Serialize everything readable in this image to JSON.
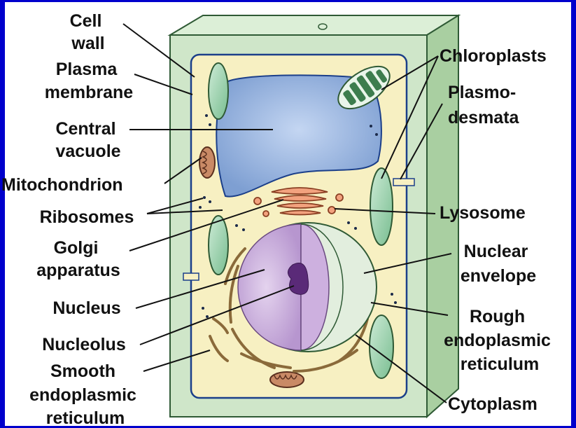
{
  "labels": {
    "cell_wall": [
      "Cell",
      "wall"
    ],
    "plasma_membrane": [
      "Plasma",
      "membrane"
    ],
    "central_vacuole": [
      "Central",
      "vacuole"
    ],
    "mitochondrion": [
      "Mitochondrion"
    ],
    "ribosomes": [
      "Ribosomes"
    ],
    "golgi": [
      "Golgi",
      "apparatus"
    ],
    "nucleus": [
      "Nucleus"
    ],
    "nucleolus": [
      "Nucleolus"
    ],
    "smooth_er": [
      "Smooth",
      "endoplasmic",
      "reticulum"
    ],
    "chloroplasts": [
      "Chloroplasts"
    ],
    "plasmodesmata": [
      "Plasmo-",
      "desmata"
    ],
    "lysosome": [
      "Lysosome"
    ],
    "nuclear_envelope": [
      "Nuclear",
      "envelope"
    ],
    "rough_er": [
      "Rough",
      "endoplasmic",
      "reticulum"
    ],
    "cytoplasm": [
      "Cytoplasm"
    ]
  },
  "colors": {
    "frame": "#0000cc",
    "background": "#ffffff",
    "cell_wall": "#cfe6c9",
    "cytoplasm": "#f7f0c2",
    "vacuole": "#8fb0de",
    "chloroplast": "#9fd6b0",
    "nucleus": "#c5a6d8",
    "nucleolus": "#5a2a78",
    "golgi": "#f2a27e",
    "er": "#c8a36e"
  }
}
